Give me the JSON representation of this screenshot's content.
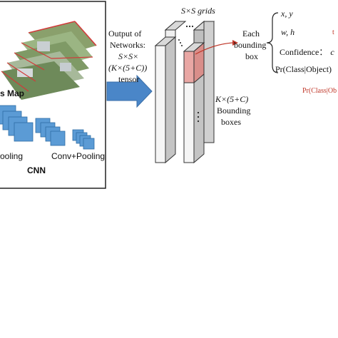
{
  "left_panel": {
    "feature_map_label": "s Map",
    "pooling_label": "ooling",
    "conv_pooling_label": "Conv+Pooling",
    "cnn_label": "CNN"
  },
  "output": {
    "line1": "Output of",
    "line2": "Networks:",
    "line3": "S×S×",
    "line4": "(K×(5+C))",
    "line5": "tensor"
  },
  "grid_title": "S×S grids",
  "bbox_caption": {
    "line1": "K×(5+C)",
    "line2": "Bounding",
    "line3": "boxes"
  },
  "each_box": {
    "line1": "Each",
    "line2": "bounding",
    "line3": "box"
  },
  "params": {
    "xy": "x, y",
    "wh": "w, h",
    "conf_label": "Confidence：",
    "conf_var": "c",
    "pr": "Pr(Class|Object)"
  },
  "right_cut": {
    "partial_t": "t",
    "partial_pr": "Pr(Class|Ob"
  },
  "colors": {
    "accent_blue": "#4a86c8",
    "highlight": "#e9a7a4",
    "arrow_red": "#c0392b"
  }
}
